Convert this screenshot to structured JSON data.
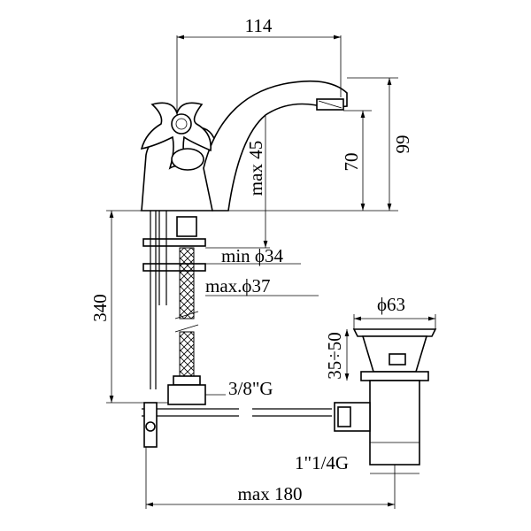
{
  "drawing": {
    "title": "Basin mixer with pop-up waste - technical dimensions",
    "dimensions": {
      "spout_reach": "114",
      "max_height_above_deck": "max 45",
      "spout_outlet_height": "70",
      "total_height": "99",
      "min_hole": "min ϕ34",
      "max_hole": "max.ϕ37",
      "hose_length": "340",
      "waste_diameter": "ϕ63",
      "waste_range": "35÷50",
      "hose_thread": "3/8\"G",
      "waste_thread": "1\"1/4G",
      "rod_length": "max 180"
    }
  }
}
